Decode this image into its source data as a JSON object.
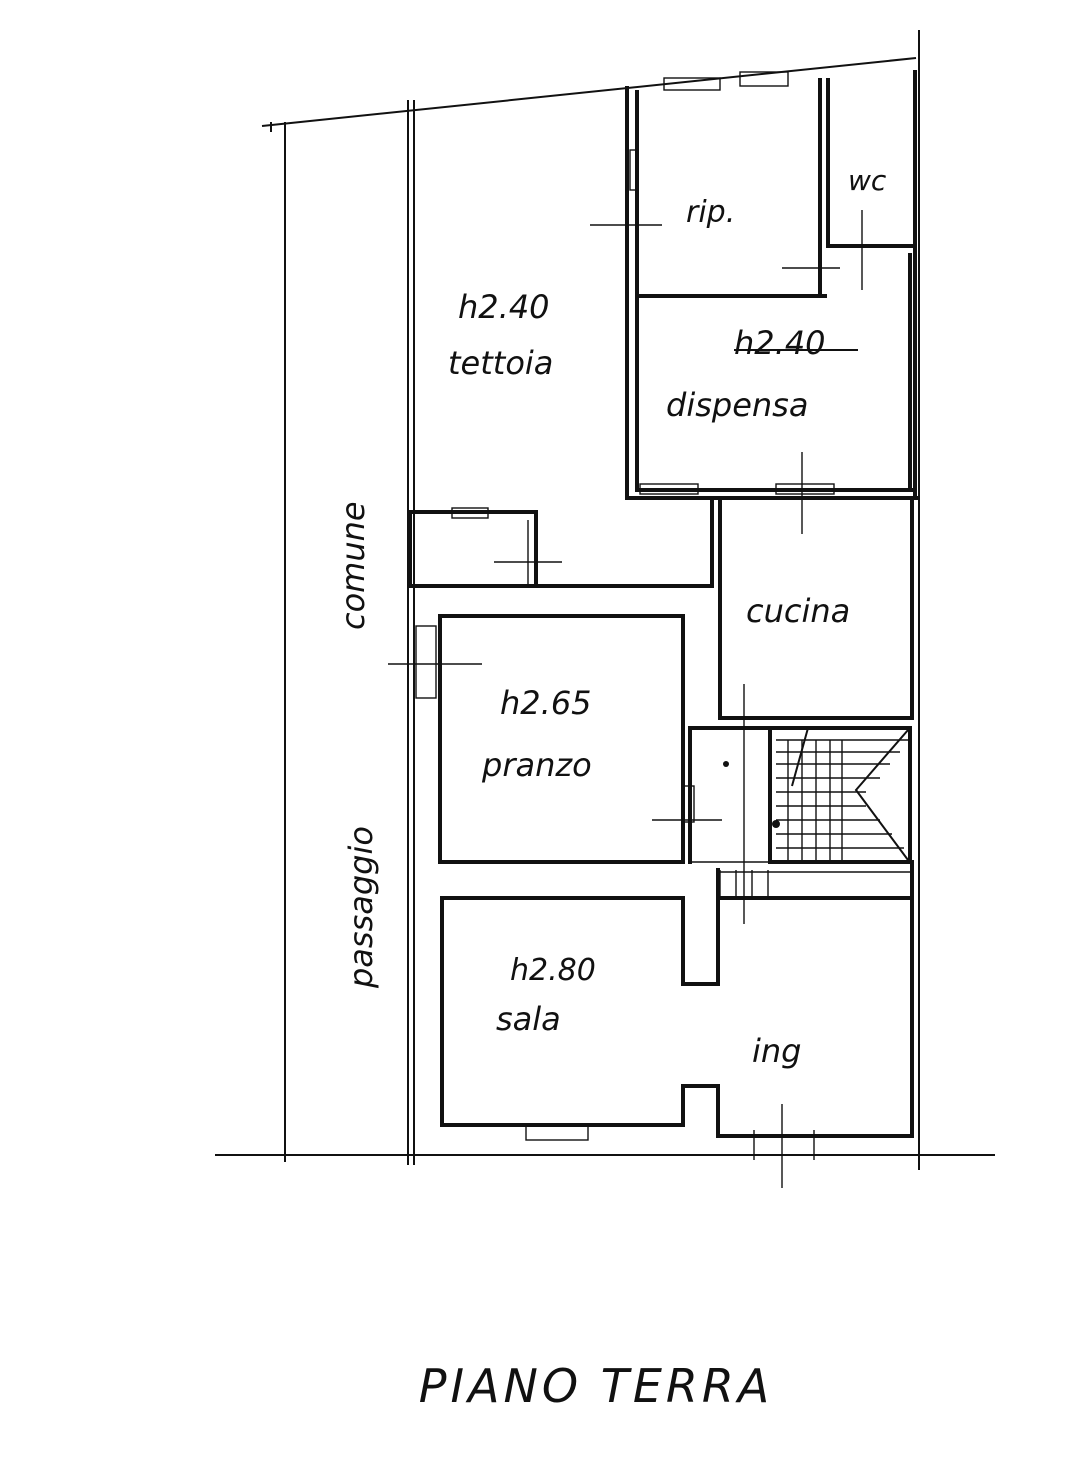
{
  "labels": {
    "tettoia_h": "h2.40",
    "tettoia": "tettoia",
    "rip": "rip.",
    "wc": "wc",
    "dispensa_h": "h2.40",
    "dispensa": "dispensa",
    "cucina": "cucina",
    "pranzo_h": "h2.65",
    "pranzo": "pranzo",
    "sala_h": "h2.80",
    "sala": "sala",
    "ing": "ing",
    "comune": "comune",
    "passaggio": "passaggio"
  },
  "title": "PIANO TERRA"
}
